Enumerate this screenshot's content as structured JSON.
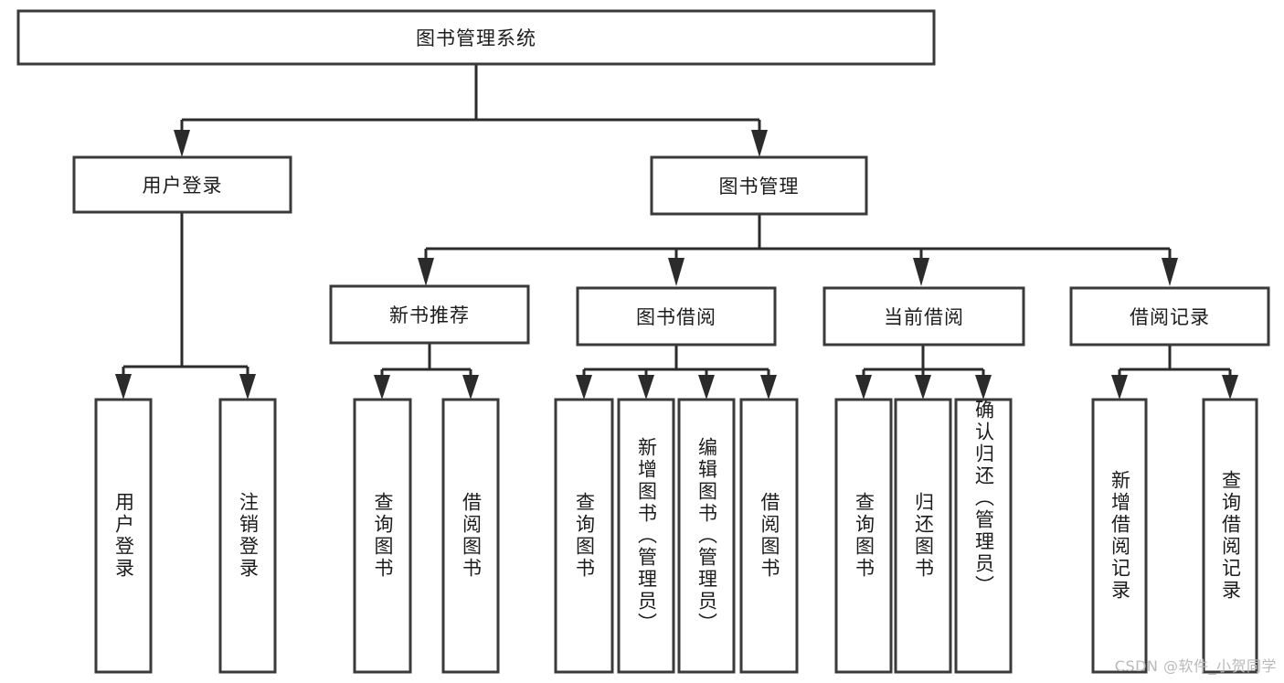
{
  "diagram": {
    "type": "tree-hierarchy-chart",
    "title": "图书管理系统",
    "background_color": "#ffffff",
    "box_stroke_color": "#3a3a3a",
    "connector_color": "#2b2b2b",
    "text_color": "#1c1c1c",
    "root": {
      "label": "图书管理系统",
      "orientation": "horizontal"
    },
    "level2": [
      {
        "label": "用户登录",
        "orientation": "horizontal"
      },
      {
        "label": "图书管理",
        "orientation": "horizontal"
      }
    ],
    "level3": [
      {
        "label": "新书推荐",
        "orientation": "horizontal"
      },
      {
        "label": "图书借阅",
        "orientation": "horizontal"
      },
      {
        "label": "当前借阅",
        "orientation": "horizontal"
      },
      {
        "label": "借阅记录",
        "orientation": "horizontal"
      }
    ],
    "leaves": {
      "user_login": [
        {
          "label": "用户登录",
          "orientation": "vertical"
        },
        {
          "label": "注销登录",
          "orientation": "vertical"
        }
      ],
      "new_book_recommend": [
        {
          "label": "查询图书",
          "orientation": "vertical"
        },
        {
          "label": "借阅图书",
          "orientation": "vertical"
        }
      ],
      "book_borrow": [
        {
          "label": "查询图书",
          "orientation": "vertical"
        },
        {
          "label": "新增图书（管理员）",
          "orientation": "vertical"
        },
        {
          "label": "编辑图书（管理员）",
          "orientation": "vertical"
        },
        {
          "label": "借阅图书",
          "orientation": "vertical"
        }
      ],
      "current_borrow": [
        {
          "label": "查询图书",
          "orientation": "vertical"
        },
        {
          "label": "归还图书",
          "orientation": "vertical"
        },
        {
          "label": "确认归还（管理员）",
          "orientation": "vertical"
        }
      ],
      "borrow_record": [
        {
          "label": "新增借阅记录",
          "orientation": "vertical"
        },
        {
          "label": "查询借阅记录",
          "orientation": "vertical"
        }
      ]
    }
  },
  "watermark": {
    "text": "CSDN @软件_小贺同学",
    "color": "#b9b9b9"
  }
}
